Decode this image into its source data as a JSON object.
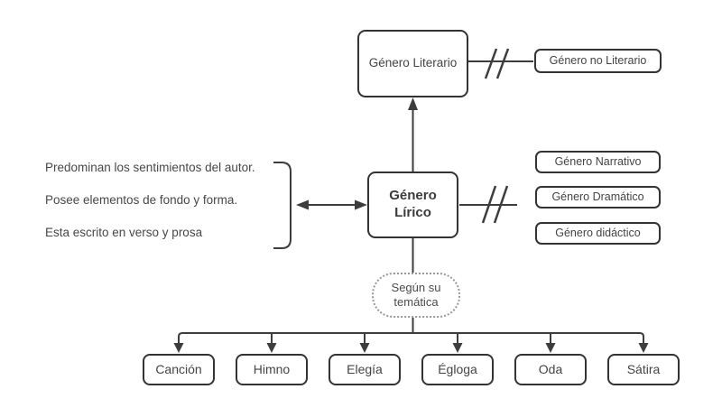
{
  "diagram": {
    "nodes": {
      "literario": "Género Literario",
      "no_literario": "Género no Literario",
      "lirico": "Género\nLírico",
      "narrativo": "Género Narrativo",
      "dramatico": "Género Dramático",
      "didactico": "Género didáctico",
      "segun_tematica": "Según su\ntemática"
    },
    "characteristics": [
      "Predominan los sentimientos del autor.",
      "Posee elementos de fondo y forma.",
      "Esta escrito en verso y prosa"
    ],
    "subtypes": [
      "Canción",
      "Himno",
      "Elegía",
      "Égloga",
      "Oda",
      "Sátira"
    ],
    "colors": {
      "line": "#3d3d3d",
      "border": "#333333",
      "text": "#444444",
      "dotted": "#999999",
      "background": "#ffffff"
    }
  }
}
